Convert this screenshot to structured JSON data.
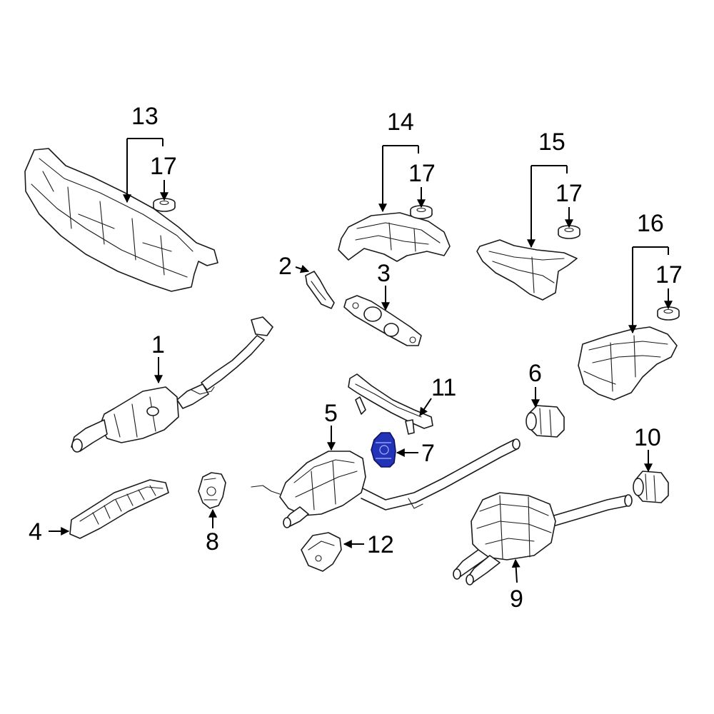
{
  "highlight_color": "#2233b8",
  "callouts": {
    "c1": "1",
    "c2": "2",
    "c3": "3",
    "c4": "4",
    "c5": "5",
    "c6": "6",
    "c7": "7",
    "c8": "8",
    "c9": "9",
    "c10": "10",
    "c11": "11",
    "c12": "12",
    "c13": "13",
    "c14": "14",
    "c15": "15",
    "c16": "16",
    "c17a": "17",
    "c17b": "17",
    "c17c": "17",
    "c17d": "17"
  }
}
